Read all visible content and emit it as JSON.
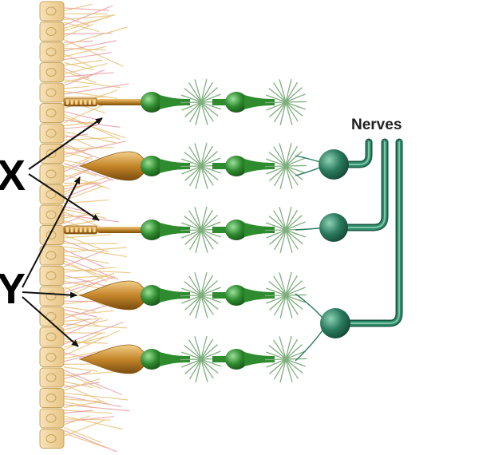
{
  "labels": {
    "x": "X",
    "y": "Y",
    "nerves": "Nerves"
  },
  "colors": {
    "background": "#ffffff",
    "epithelium": "#f3d8a0",
    "epithelium_edge": "#c9a45e",
    "fibers_pink": "#e9a0a8",
    "fibers_gold": "#e8c27a",
    "rod": "#c58a2e",
    "rod_dark": "#8a5a14",
    "cone": "#c48a2e",
    "green": "#2e8b2e",
    "green_dark": "#1f5f1f",
    "ganglion": "#2a7a5e",
    "nerve": "#2f8a6a",
    "synapse": "#7fae7f",
    "arrow": "#111111"
  }
}
